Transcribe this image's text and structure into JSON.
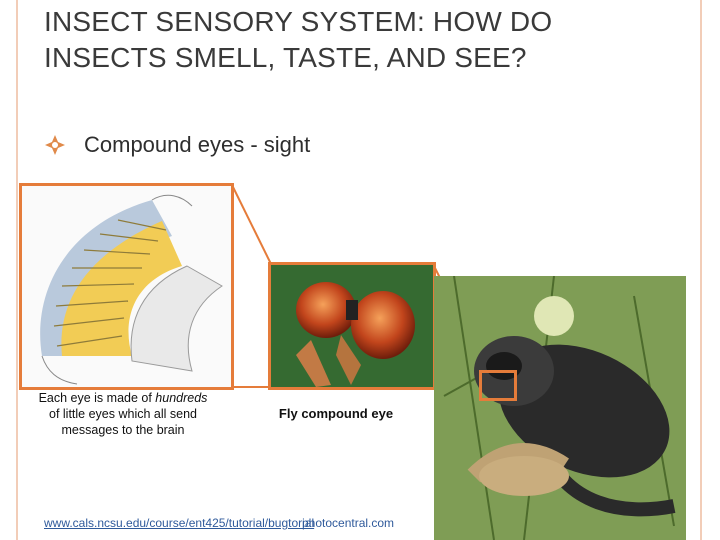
{
  "slide": {
    "title": "INSECT SENSORY SYSTEM: HOW DO INSECTS SMELL, TASTE, AND SEE?",
    "bullet": "Compound eyes - sight"
  },
  "captions": {
    "eye_diagram_pre": "Each eye is made of ",
    "eye_diagram_em": "hundreds",
    "eye_diagram_post": " of little eyes which all send messages to the brain",
    "fly_eye": "Fly compound eye"
  },
  "links": {
    "url1": "www.cals.ncsu.edu/course/ent425/tutorial/bugtorial",
    "url2": "photocentral.com"
  },
  "colors": {
    "accent": "#e57c3a",
    "frame": "#f2cdb8",
    "link": "#2f5a9b"
  },
  "icons": {
    "bullet": "diamond-star-bullet-icon"
  }
}
